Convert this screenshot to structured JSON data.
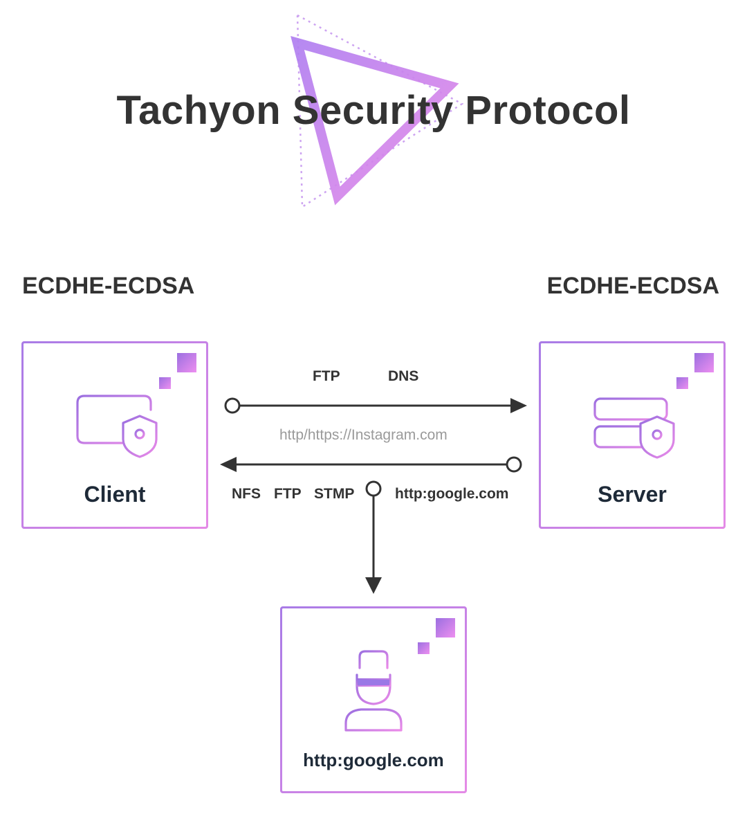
{
  "title": "Tachyon Security Protocol",
  "algorithms": {
    "left": "ECDHE-ECDSA",
    "right": "ECDHE-ECDSA"
  },
  "nodes": {
    "client": {
      "label": "Client",
      "icon": "monitor-shield-icon"
    },
    "server": {
      "label": "Server",
      "icon": "server-shield-icon"
    },
    "attacker": {
      "label": "http:google.com",
      "icon": "spy-icon"
    }
  },
  "flows": {
    "outbound": {
      "protocols": [
        "FTP",
        "DNS"
      ]
    },
    "middle_url": "http/https://Instagram.com",
    "inbound": {
      "protocols": [
        "NFS",
        "FTP",
        "STMP"
      ],
      "url": "http:google.com"
    }
  },
  "colors": {
    "accent_start": "#a87be6",
    "accent_end": "#e58ae6",
    "text_dark": "#333333",
    "arrow": "#333333"
  }
}
